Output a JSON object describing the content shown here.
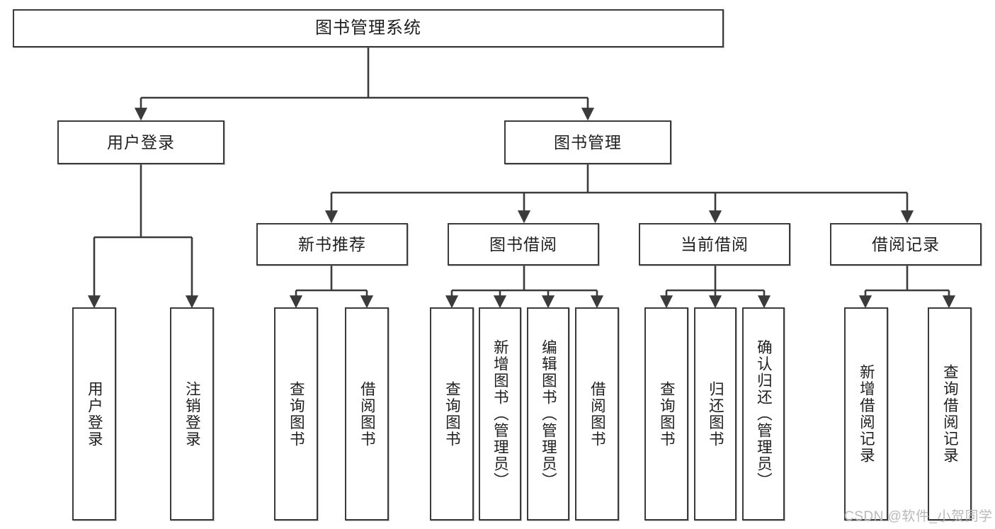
{
  "diagram": {
    "title": "图书管理系统",
    "watermark": "CSDN @软件_小贺同学",
    "colors": {
      "box_stroke": "#3b3b3b",
      "box_fill": "#ffffff",
      "edge": "#3b3b3b",
      "text": "#1f1f1f",
      "watermark": "#b9b9b9"
    },
    "nodes": {
      "root": {
        "label": "图书管理系统"
      },
      "level2": [
        {
          "id": "user-login",
          "label": "用户登录"
        },
        {
          "id": "book-manage",
          "label": "图书管理"
        }
      ],
      "level3": [
        {
          "id": "new-book-recommend",
          "label": "新书推荐"
        },
        {
          "id": "book-borrow",
          "label": "图书借阅"
        },
        {
          "id": "current-borrow",
          "label": "当前借阅"
        },
        {
          "id": "borrow-record",
          "label": "借阅记录"
        }
      ],
      "leaves": {
        "user_login": [
          {
            "id": "leaf-user-login",
            "label": "用户登录"
          },
          {
            "id": "leaf-user-logout",
            "label": "注销登录"
          }
        ],
        "new_book_recommend": [
          {
            "id": "leaf-query-book-1",
            "label": "查询图书"
          },
          {
            "id": "leaf-borrow-book-1",
            "label": "借阅图书"
          }
        ],
        "book_borrow": [
          {
            "id": "leaf-query-book-2",
            "label": "查询图书"
          },
          {
            "id": "leaf-add-book",
            "label": "新增图书（管理员）"
          },
          {
            "id": "leaf-edit-book",
            "label": "编辑图书（管理员）"
          },
          {
            "id": "leaf-borrow-book-2",
            "label": "借阅图书"
          }
        ],
        "current_borrow": [
          {
            "id": "leaf-query-book-3",
            "label": "查询图书"
          },
          {
            "id": "leaf-return-book",
            "label": "归还图书"
          },
          {
            "id": "leaf-confirm-return",
            "label": "确认归还（管理员）"
          }
        ],
        "borrow_record": [
          {
            "id": "leaf-add-record",
            "label": "新增借阅记录"
          },
          {
            "id": "leaf-query-record",
            "label": "查询借阅记录"
          }
        ]
      }
    }
  }
}
